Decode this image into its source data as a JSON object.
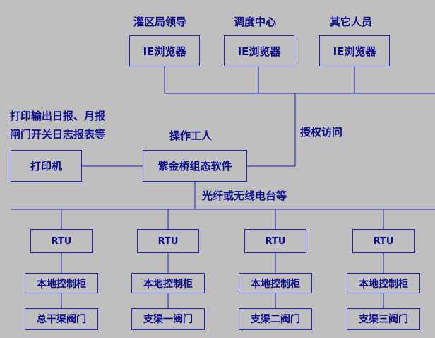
{
  "colors": {
    "background": "#bfbfbf",
    "line": "#1a22b8",
    "text": "#0a0a8c"
  },
  "top": {
    "groups": [
      {
        "label": "灌区局领导",
        "browser": "IE浏览器"
      },
      {
        "label": "调度中心",
        "browser": "IE浏览器"
      },
      {
        "label": "其它人员",
        "browser": "IE浏览器"
      }
    ],
    "access_label": "授权访问"
  },
  "printer": {
    "note_line1": "打印输出日报、月报",
    "note_line2": "闸门开关日志报表等",
    "box": "打印机"
  },
  "operator": {
    "label": "操作工人",
    "software": "紫金桥组态软件"
  },
  "network_label": "光纤或无线电台等",
  "stations": [
    {
      "rtu": "RTU",
      "cabinet": "本地控制柜",
      "gate": "总干渠阀门"
    },
    {
      "rtu": "RTU",
      "cabinet": "本地控制柜",
      "gate": "支渠一阀门"
    },
    {
      "rtu": "RTU",
      "cabinet": "本地控制柜",
      "gate": "支渠二阀门"
    },
    {
      "rtu": "RTU",
      "cabinet": "本地控制柜",
      "gate": "支渠三阀门"
    }
  ]
}
